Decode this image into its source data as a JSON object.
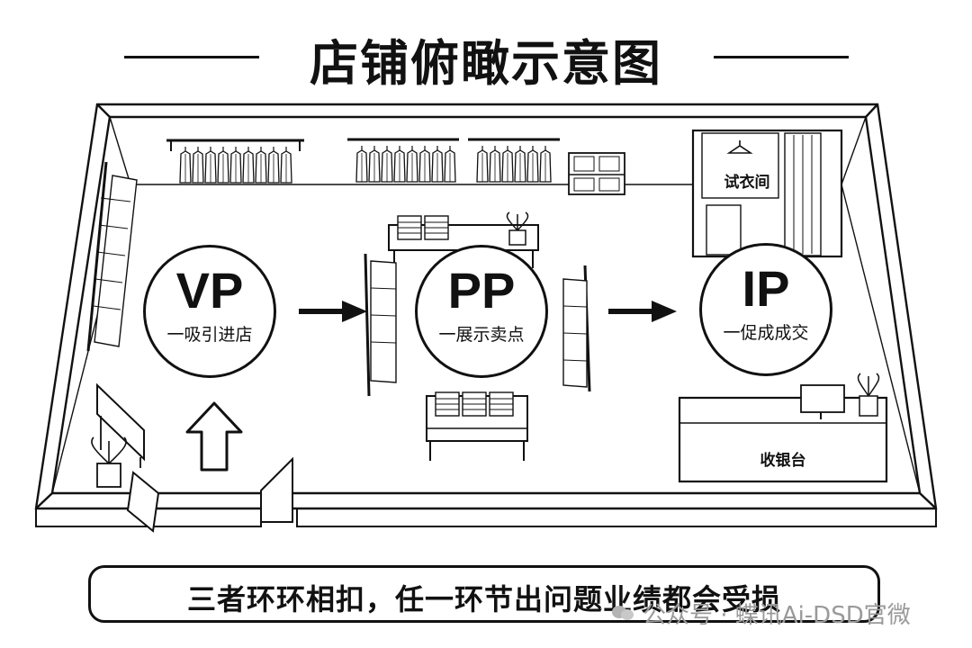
{
  "title": "店铺俯瞰示意图",
  "zones": [
    {
      "code": "VP",
      "desc": "一吸引进店"
    },
    {
      "code": "PP",
      "desc": "一展示卖点"
    },
    {
      "code": "IP",
      "desc": "一促成成交"
    }
  ],
  "areas": {
    "fitting_room": "试衣间",
    "cashier": "收银台"
  },
  "footer": "三者环环相扣，任一环节出问题业绩都会受损",
  "watermark": "公众号 · 蝶讯Ai-DSD官微"
}
